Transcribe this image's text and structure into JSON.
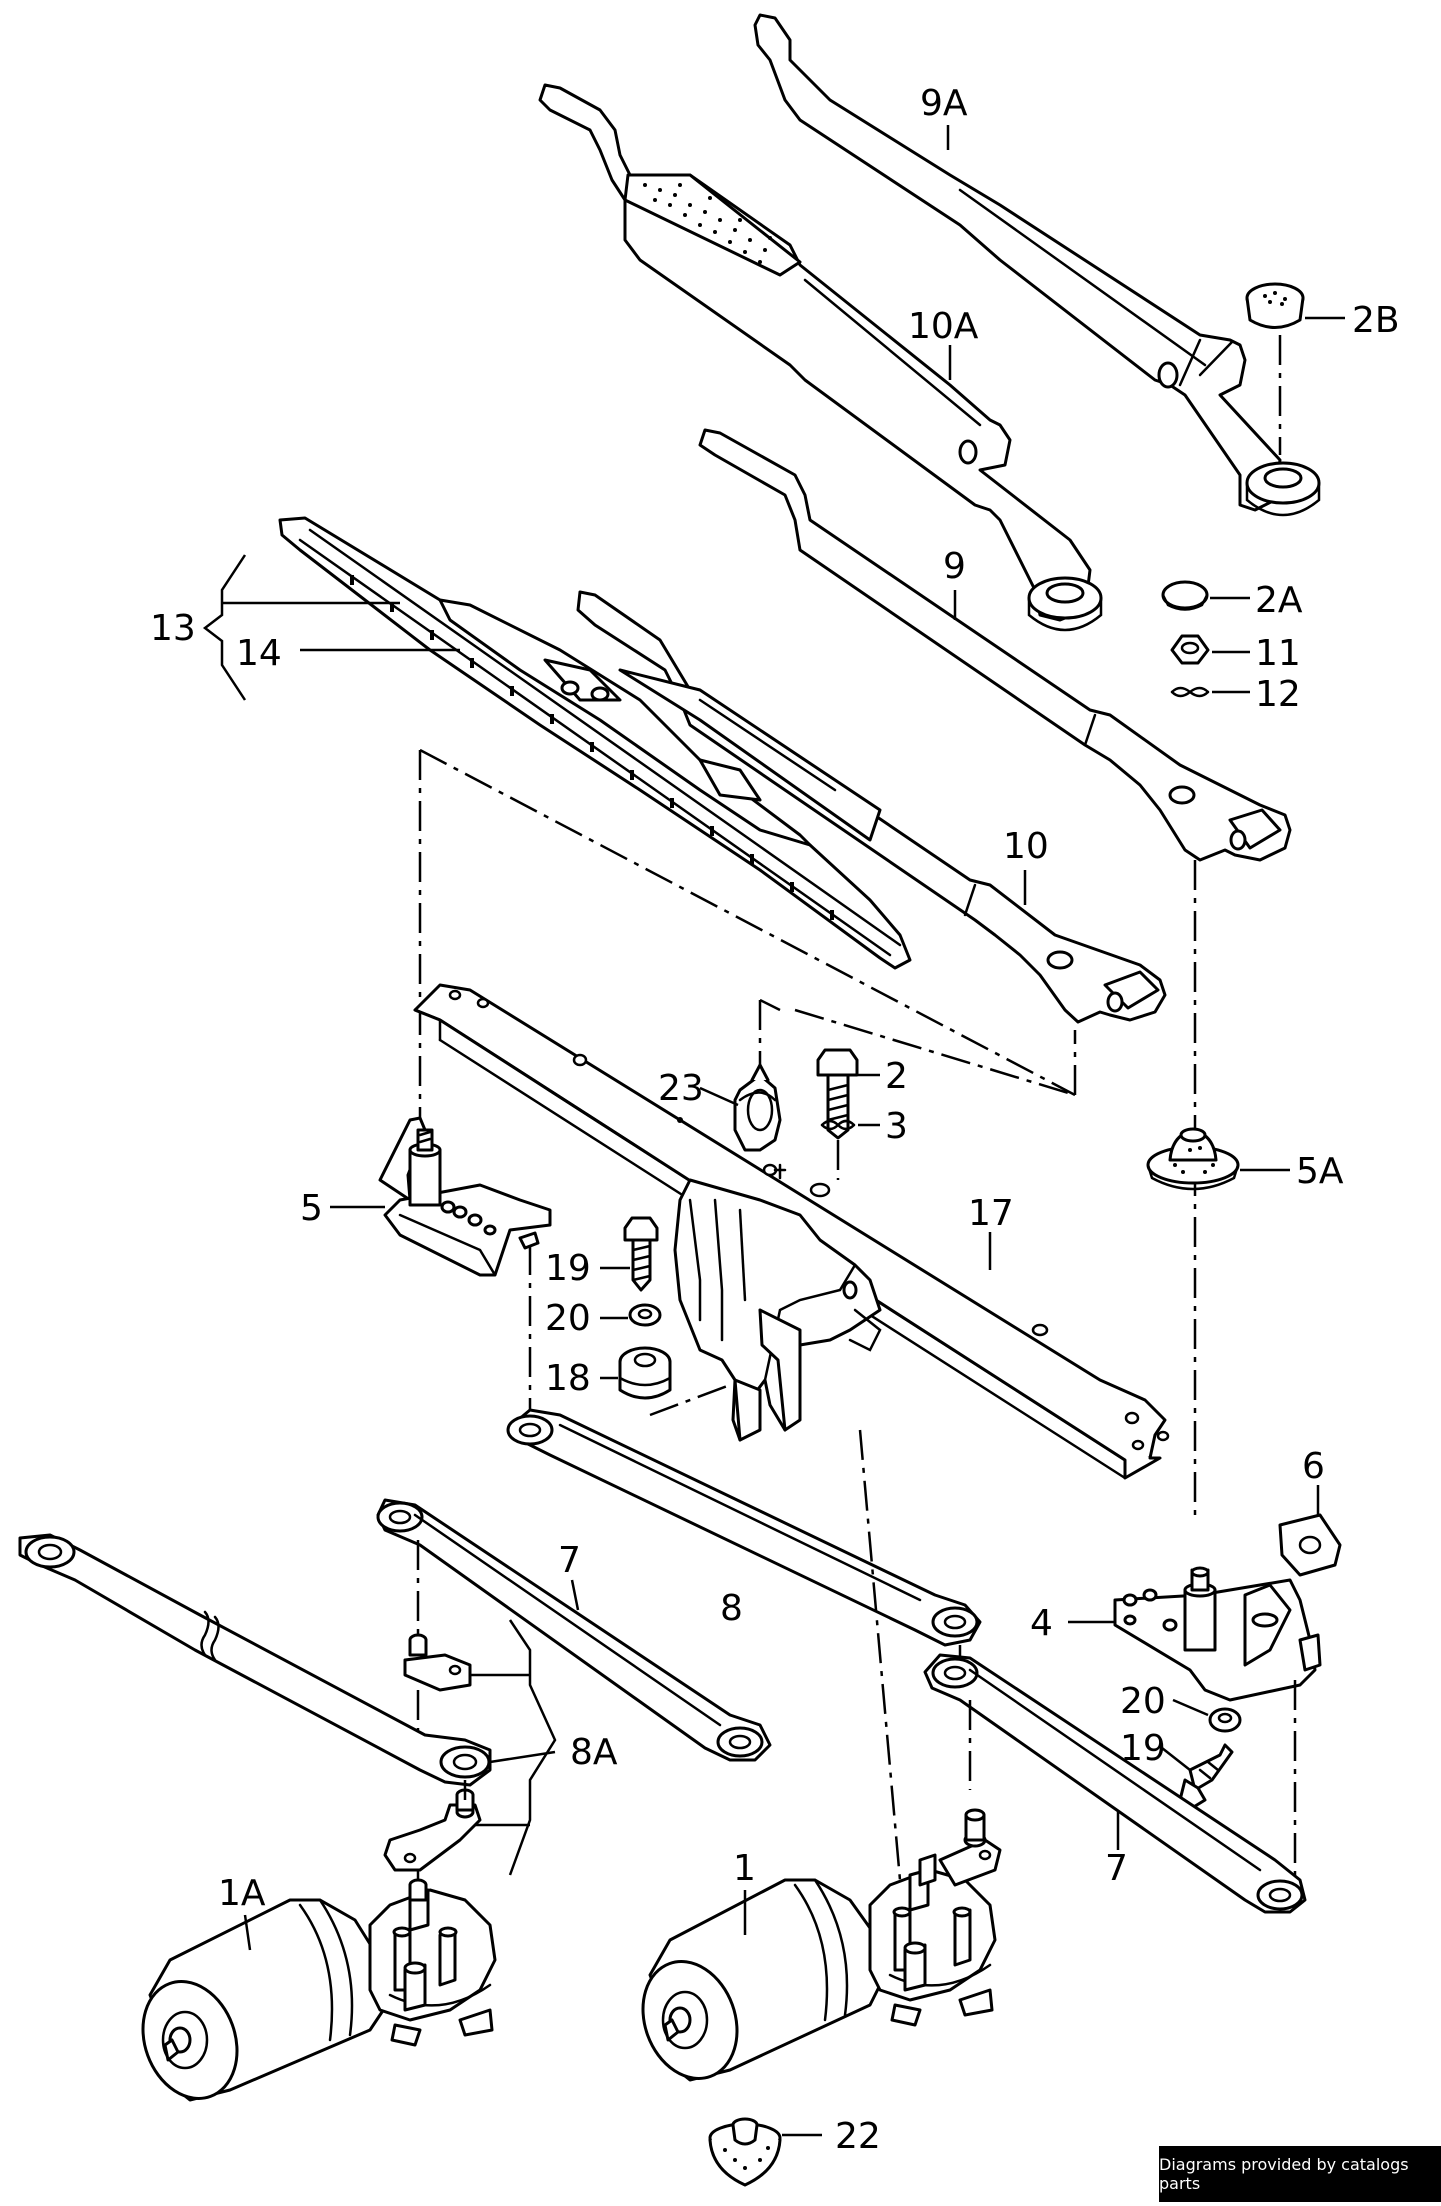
{
  "labels": {
    "l9a": "9A",
    "l2b": "2B",
    "l10a": "10A",
    "l9": "9",
    "l2a": "2A",
    "l11": "11",
    "l12": "12",
    "l13": "13",
    "l14": "14",
    "l10": "10",
    "l23": "23",
    "l2": "2",
    "l3": "3",
    "l5a": "5A",
    "l5": "5",
    "l17": "17",
    "l19a": "19",
    "l20a": "20",
    "l18": "18",
    "l6": "6",
    "l7a": "7",
    "l8": "8",
    "l4": "4",
    "l20b": "20",
    "l8a": "8A",
    "l19b": "19",
    "l7b": "7",
    "l1a": "1A",
    "l1": "1",
    "l22": "22"
  },
  "credit": "Diagrams provided by catalogs parts"
}
